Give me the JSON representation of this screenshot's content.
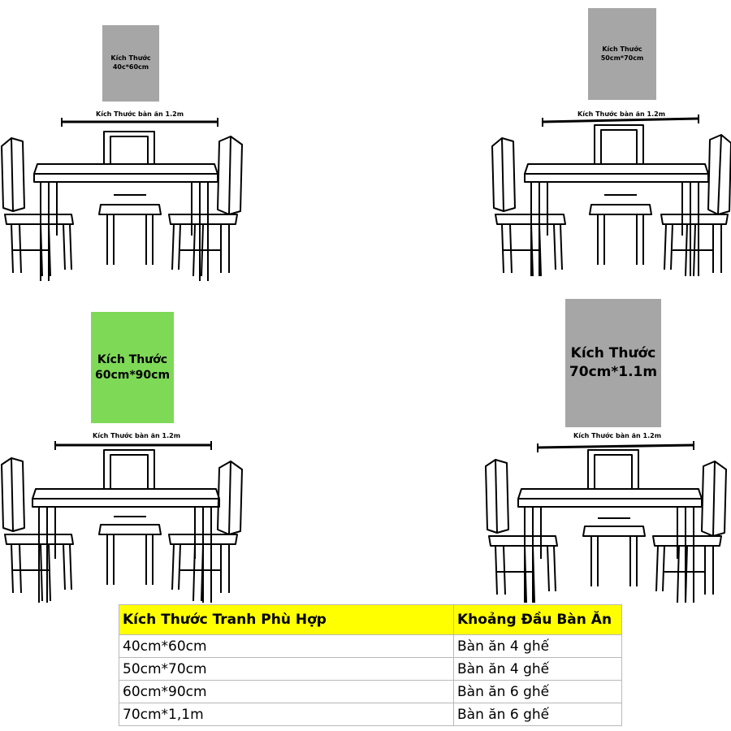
{
  "colors": {
    "frame_gray": "#a6a6a6",
    "frame_green": "#7ed957",
    "table_header": "#ffff00",
    "line": "#000000"
  },
  "panels": [
    {
      "frame_label": "Kích Thước\n40c*60cm",
      "dimension_label": "Kích Thước bàn ăn 1.2m",
      "frame_color": "gray"
    },
    {
      "frame_label": "Kích Thước\n50cm*70cm",
      "dimension_label": "Kích Thước bàn ăn 1.2m",
      "frame_color": "gray"
    },
    {
      "frame_label": "Kích Thước\n60cm*90cm",
      "dimension_label": "Kích Thước bàn ăn 1.2m",
      "frame_color": "green"
    },
    {
      "frame_label": "Kích Thước\n70cm*1.1m",
      "dimension_label": "Kích Thước bàn ăn 1.2m",
      "frame_color": "gray"
    }
  ],
  "size_table": {
    "headers": [
      "Kích Thước Tranh Phù Hợp",
      "Khoảng Đầu Bàn Ăn"
    ],
    "rows": [
      [
        "40cm*60cm",
        "Bàn ăn 4 ghế"
      ],
      [
        "50cm*70cm",
        "Bàn ăn 4 ghế"
      ],
      [
        "60cm*90cm",
        "Bàn ăn 6 ghế"
      ],
      [
        "70cm*1,1m",
        "Bàn ăn 6 ghế"
      ]
    ]
  }
}
